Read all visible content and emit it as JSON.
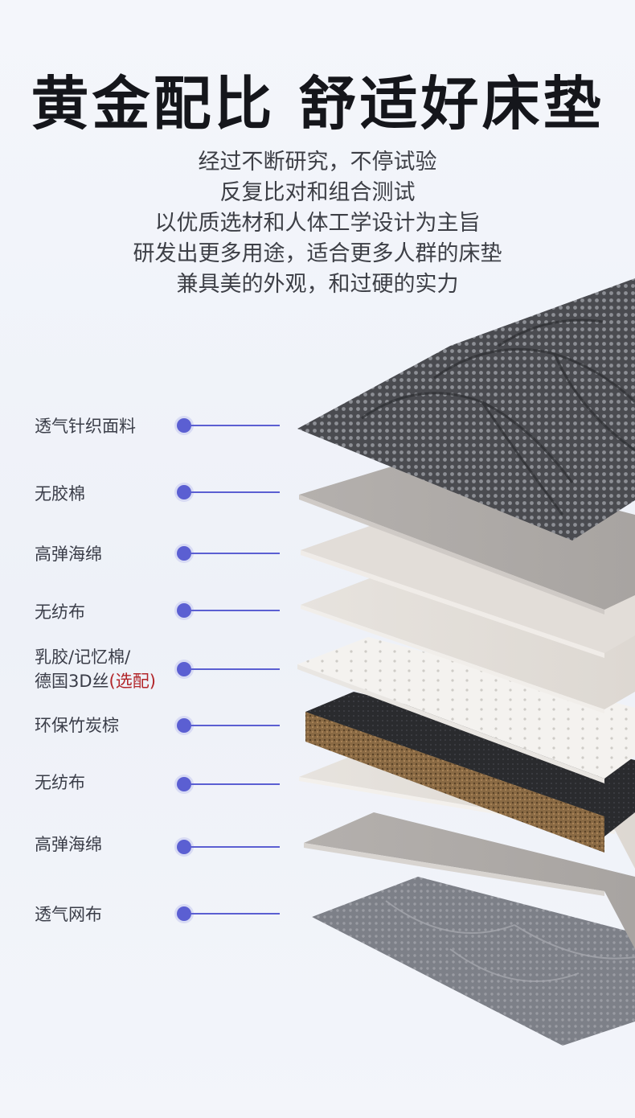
{
  "headline": "黄金配比 舒适好床垫",
  "intro_lines": [
    "经过不断研究，不停试验",
    "反复比对和组合测试",
    "以优质选材和人体工学设计为主旨",
    "研发出更多用途，适合更多人群的床垫",
    "兼具美的外观，和过硬的实力"
  ],
  "layers": [
    {
      "label": "透气针织面料"
    },
    {
      "label": "无胶棉"
    },
    {
      "label": "高弹海绵"
    },
    {
      "label": "无纺布"
    },
    {
      "label_line1": "乳胶/记忆棉/",
      "label_line2_main": "德国3D丝",
      "label_line2_option": "(选配)"
    },
    {
      "label": "环保竹炭棕"
    },
    {
      "label": "无纺布"
    },
    {
      "label": "高弹海绵"
    },
    {
      "label": "透气网布"
    }
  ],
  "colors": {
    "accent": "#5b5fd2",
    "option_red": "#b2262a",
    "title": "#15161b"
  }
}
